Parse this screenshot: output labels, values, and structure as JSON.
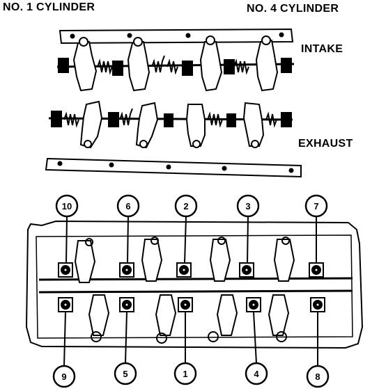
{
  "labels": {
    "cyl1": "NO. 1 CYLINDER",
    "cyl4": "NO. 4 CYLINDER",
    "intake": "INTAKE",
    "exhaust": "EXHAUST"
  },
  "bolts_top": [
    "10",
    "6",
    "2",
    "3",
    "7"
  ],
  "bolts_bottom": [
    "9",
    "5",
    "1",
    "4",
    "8"
  ],
  "colors": {
    "ink": "#000000",
    "paper": "#ffffff"
  }
}
